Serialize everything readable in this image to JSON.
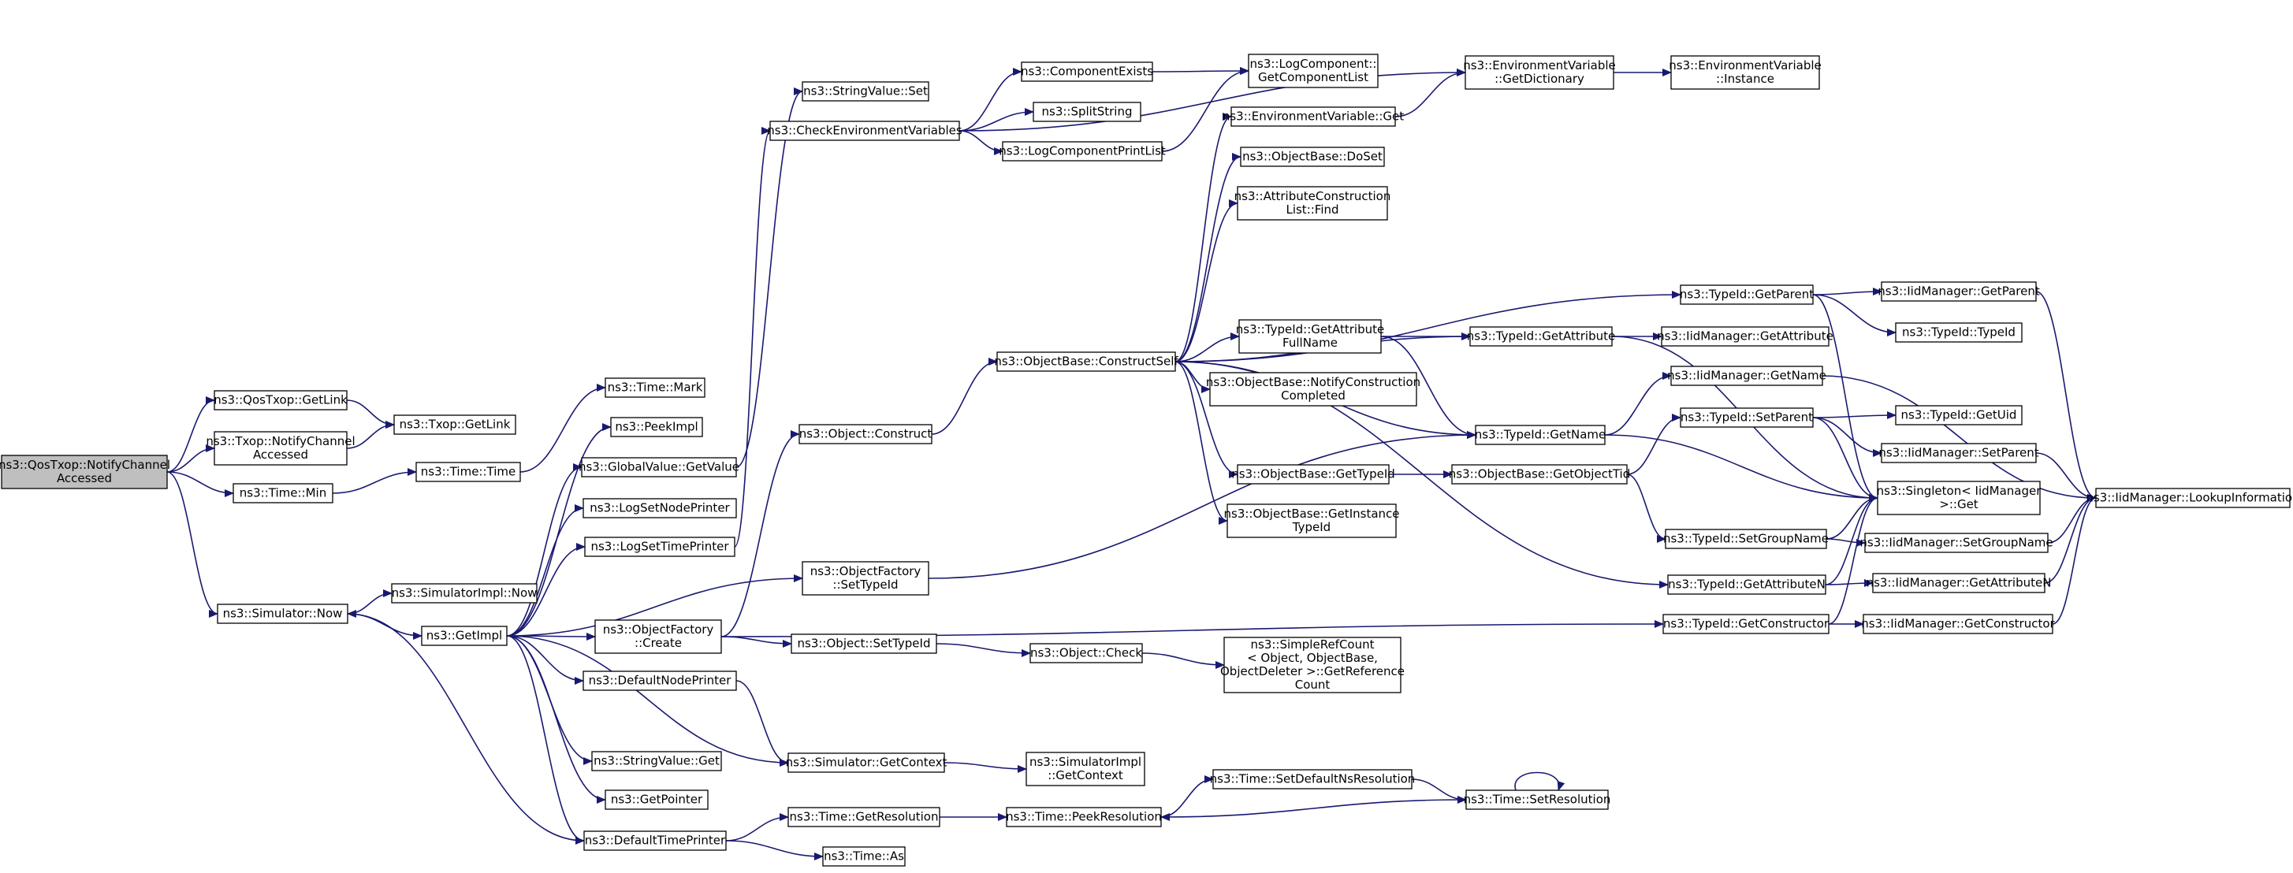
{
  "diagram": {
    "nodes": [
      {
        "id": "root",
        "lines": [
          "ns3::QosTxop::NotifyChannel",
          "Accessed"
        ],
        "highlighted": true
      },
      {
        "id": "qos_getlink",
        "lines": [
          "ns3::QosTxop::GetLink"
        ]
      },
      {
        "id": "txop_notify",
        "lines": [
          "ns3::Txop::NotifyChannel",
          "Accessed"
        ]
      },
      {
        "id": "txop_getlink",
        "lines": [
          "ns3::Txop::GetLink"
        ]
      },
      {
        "id": "time_min",
        "lines": [
          "ns3::Time::Min"
        ]
      },
      {
        "id": "time_time",
        "lines": [
          "ns3::Time::Time"
        ]
      },
      {
        "id": "time_mark",
        "lines": [
          "ns3::Time::Mark"
        ]
      },
      {
        "id": "sim_now",
        "lines": [
          "ns3::Simulator::Now"
        ]
      },
      {
        "id": "simimpl_now",
        "lines": [
          "ns3::SimulatorImpl::Now"
        ]
      },
      {
        "id": "getimpl",
        "lines": [
          "ns3::GetImpl"
        ]
      },
      {
        "id": "peekimpl",
        "lines": [
          "ns3::PeekImpl"
        ]
      },
      {
        "id": "gv_getvalue",
        "lines": [
          "ns3::GlobalValue::GetValue"
        ]
      },
      {
        "id": "logsetnode",
        "lines": [
          "ns3::LogSetNodePrinter"
        ]
      },
      {
        "id": "logsettime",
        "lines": [
          "ns3::LogSetTimePrinter"
        ]
      },
      {
        "id": "of_create",
        "lines": [
          "ns3::ObjectFactory",
          "::Create"
        ]
      },
      {
        "id": "defnodeprinter",
        "lines": [
          "ns3::DefaultNodePrinter"
        ]
      },
      {
        "id": "sv_get",
        "lines": [
          "ns3::StringValue::Get"
        ]
      },
      {
        "id": "getpointer",
        "lines": [
          "ns3::GetPointer"
        ]
      },
      {
        "id": "deftimeprinter",
        "lines": [
          "ns3::DefaultTimePrinter"
        ]
      },
      {
        "id": "sv_set",
        "lines": [
          "ns3::StringValue::Set"
        ]
      },
      {
        "id": "checkenv",
        "lines": [
          "ns3::CheckEnvironmentVariables"
        ]
      },
      {
        "id": "obj_construct",
        "lines": [
          "ns3::Object::Construct"
        ]
      },
      {
        "id": "of_settypeid",
        "lines": [
          "ns3::ObjectFactory",
          "::SetTypeId"
        ]
      },
      {
        "id": "obj_settypeid",
        "lines": [
          "ns3::Object::SetTypeId"
        ]
      },
      {
        "id": "sim_getcontext",
        "lines": [
          "ns3::Simulator::GetContext"
        ]
      },
      {
        "id": "time_getres",
        "lines": [
          "ns3::Time::GetResolution"
        ]
      },
      {
        "id": "time_as",
        "lines": [
          "ns3::Time::As"
        ]
      },
      {
        "id": "compexists",
        "lines": [
          "ns3::ComponentExists"
        ]
      },
      {
        "id": "splitstring",
        "lines": [
          "ns3::SplitString"
        ]
      },
      {
        "id": "logcompprint",
        "lines": [
          "ns3::LogComponentPrintList"
        ]
      },
      {
        "id": "ob_constructself",
        "lines": [
          "ns3::ObjectBase::ConstructSelf"
        ]
      },
      {
        "id": "obj_check",
        "lines": [
          "ns3::Object::Check"
        ]
      },
      {
        "id": "simimpl_getcontext",
        "lines": [
          "ns3::SimulatorImpl",
          "::GetContext"
        ]
      },
      {
        "id": "time_peekres",
        "lines": [
          "ns3::Time::PeekResolution"
        ]
      },
      {
        "id": "logcomp_getlist",
        "lines": [
          "ns3::LogComponent::",
          "GetComponentList"
        ]
      },
      {
        "id": "envvar_get",
        "lines": [
          "ns3::EnvironmentVariable::Get"
        ]
      },
      {
        "id": "ob_doset",
        "lines": [
          "ns3::ObjectBase::DoSet"
        ]
      },
      {
        "id": "attrlist_find",
        "lines": [
          "ns3::AttributeConstruction",
          "List::Find"
        ]
      },
      {
        "id": "tid_getattrfullname",
        "lines": [
          "ns3::TypeId::GetAttribute",
          "FullName"
        ]
      },
      {
        "id": "ob_notifycc",
        "lines": [
          "ns3::ObjectBase::NotifyConstruction",
          "Completed"
        ]
      },
      {
        "id": "ob_gettypeid",
        "lines": [
          "ns3::ObjectBase::GetTypeId"
        ]
      },
      {
        "id": "ob_getinstancetid",
        "lines": [
          "ns3::ObjectBase::GetInstance",
          "TypeId"
        ]
      },
      {
        "id": "simplerefcount",
        "lines": [
          "ns3::SimpleRefCount",
          "< Object, ObjectBase,",
          "ObjectDeleter >::GetReference",
          "Count"
        ]
      },
      {
        "id": "time_setdefaultres",
        "lines": [
          "ns3::Time::SetDefaultNsResolution"
        ]
      },
      {
        "id": "envvar_getdict",
        "lines": [
          "ns3::EnvironmentVariable",
          "::GetDictionary"
        ]
      },
      {
        "id": "tid_getattribute",
        "lines": [
          "ns3::TypeId::GetAttribute"
        ]
      },
      {
        "id": "tid_getname",
        "lines": [
          "ns3::TypeId::GetName"
        ]
      },
      {
        "id": "ob_getobjecttid",
        "lines": [
          "ns3::ObjectBase::GetObjectTid"
        ]
      },
      {
        "id": "time_setres",
        "lines": [
          "ns3::Time::SetResolution"
        ]
      },
      {
        "id": "envvar_instance",
        "lines": [
          "ns3::EnvironmentVariable",
          "::Instance"
        ]
      },
      {
        "id": "tid_getparent",
        "lines": [
          "ns3::TypeId::GetParent"
        ]
      },
      {
        "id": "iid_getattribute",
        "lines": [
          "ns3::IidManager::GetAttribute"
        ]
      },
      {
        "id": "iid_getname",
        "lines": [
          "ns3::IidManager::GetName"
        ]
      },
      {
        "id": "tid_setparent",
        "lines": [
          "ns3::TypeId::SetParent"
        ]
      },
      {
        "id": "tid_setgroupname",
        "lines": [
          "ns3::TypeId::SetGroupName"
        ]
      },
      {
        "id": "tid_getattributen",
        "lines": [
          "ns3::TypeId::GetAttributeN"
        ]
      },
      {
        "id": "tid_getconstructor",
        "lines": [
          "ns3::TypeId::GetConstructor"
        ]
      },
      {
        "id": "iid_getparent",
        "lines": [
          "ns3::IidManager::GetParent"
        ]
      },
      {
        "id": "tid_typeid",
        "lines": [
          "ns3::TypeId::TypeId"
        ]
      },
      {
        "id": "tid_getuid",
        "lines": [
          "ns3::TypeId::GetUid"
        ]
      },
      {
        "id": "iid_setparent",
        "lines": [
          "ns3::IidManager::SetParent"
        ]
      },
      {
        "id": "singleton_get",
        "lines": [
          "ns3::Singleton< IidManager",
          ">::Get"
        ]
      },
      {
        "id": "iid_setgroupname",
        "lines": [
          "ns3::IidManager::SetGroupName"
        ]
      },
      {
        "id": "iid_getattributen",
        "lines": [
          "ns3::IidManager::GetAttributeN"
        ]
      },
      {
        "id": "iid_getconstructor",
        "lines": [
          "ns3::IidManager::GetConstructor"
        ]
      },
      {
        "id": "iid_lookupinfo",
        "lines": [
          "ns3::IidManager::LookupInformation"
        ]
      }
    ],
    "edges": [
      [
        "root",
        "qos_getlink"
      ],
      [
        "root",
        "txop_notify"
      ],
      [
        "root",
        "time_min"
      ],
      [
        "root",
        "sim_now"
      ],
      [
        "qos_getlink",
        "txop_getlink"
      ],
      [
        "txop_notify",
        "txop_getlink"
      ],
      [
        "time_min",
        "time_time"
      ],
      [
        "time_time",
        "time_mark"
      ],
      [
        "sim_now",
        "simimpl_now"
      ],
      [
        "sim_now",
        "getimpl"
      ],
      [
        "getimpl",
        "peekimpl"
      ],
      [
        "getimpl",
        "gv_getvalue"
      ],
      [
        "getimpl",
        "logsetnode"
      ],
      [
        "getimpl",
        "logsettime"
      ],
      [
        "getimpl",
        "of_create"
      ],
      [
        "getimpl",
        "defnodeprinter"
      ],
      [
        "getimpl",
        "sv_get"
      ],
      [
        "getimpl",
        "getpointer"
      ],
      [
        "getimpl",
        "deftimeprinter"
      ],
      [
        "getimpl",
        "of_settypeid"
      ],
      [
        "getimpl",
        "sim_getcontext"
      ],
      [
        "gv_getvalue",
        "sv_set"
      ],
      [
        "logsettime",
        "checkenv"
      ],
      [
        "of_create",
        "obj_construct"
      ],
      [
        "of_create",
        "obj_settypeid"
      ],
      [
        "of_create",
        "tid_getconstructor"
      ],
      [
        "defnodeprinter",
        "sim_getcontext"
      ],
      [
        "deftimeprinter",
        "sim_now"
      ],
      [
        "deftimeprinter",
        "time_getres"
      ],
      [
        "deftimeprinter",
        "time_as"
      ],
      [
        "checkenv",
        "compexists"
      ],
      [
        "checkenv",
        "splitstring"
      ],
      [
        "checkenv",
        "logcompprint"
      ],
      [
        "checkenv",
        "envvar_getdict"
      ],
      [
        "compexists",
        "logcomp_getlist"
      ],
      [
        "logcompprint",
        "logcomp_getlist"
      ],
      [
        "obj_construct",
        "ob_constructself"
      ],
      [
        "of_settypeid",
        "tid_getname"
      ],
      [
        "obj_settypeid",
        "obj_check"
      ],
      [
        "obj_check",
        "simplerefcount"
      ],
      [
        "sim_getcontext",
        "simimpl_getcontext"
      ],
      [
        "time_getres",
        "time_peekres"
      ],
      [
        "time_peekres",
        "time_setdefaultres"
      ],
      [
        "time_setdefaultres",
        "time_setres"
      ],
      [
        "time_setres",
        "time_peekres"
      ],
      [
        "time_setres",
        "time_setres"
      ],
      [
        "ob_constructself",
        "envvar_get"
      ],
      [
        "ob_constructself",
        "ob_doset"
      ],
      [
        "ob_constructself",
        "attrlist_find"
      ],
      [
        "ob_constructself",
        "tid_getattrfullname"
      ],
      [
        "ob_constructself",
        "ob_notifycc"
      ],
      [
        "ob_constructself",
        "ob_gettypeid"
      ],
      [
        "ob_constructself",
        "ob_getinstancetid"
      ],
      [
        "ob_constructself",
        "tid_getparent"
      ],
      [
        "ob_constructself",
        "tid_getattribute"
      ],
      [
        "ob_constructself",
        "tid_getname"
      ],
      [
        "ob_constructself",
        "tid_getattributen"
      ],
      [
        "envvar_get",
        "envvar_getdict"
      ],
      [
        "envvar_getdict",
        "envvar_instance"
      ],
      [
        "tid_getattrfullname",
        "tid_getattribute"
      ],
      [
        "tid_getattrfullname",
        "tid_getname"
      ],
      [
        "ob_gettypeid",
        "ob_getobjecttid"
      ],
      [
        "ob_getobjecttid",
        "tid_setparent"
      ],
      [
        "ob_getobjecttid",
        "tid_setgroupname"
      ],
      [
        "tid_getattribute",
        "iid_getattribute"
      ],
      [
        "tid_getattribute",
        "singleton_get"
      ],
      [
        "tid_getname",
        "iid_getname"
      ],
      [
        "tid_getname",
        "singleton_get"
      ],
      [
        "tid_getparent",
        "iid_getparent"
      ],
      [
        "tid_getparent",
        "tid_typeid"
      ],
      [
        "tid_getparent",
        "singleton_get"
      ],
      [
        "tid_setparent",
        "tid_getuid"
      ],
      [
        "tid_setparent",
        "iid_setparent"
      ],
      [
        "tid_setparent",
        "singleton_get"
      ],
      [
        "tid_setgroupname",
        "singleton_get"
      ],
      [
        "tid_setgroupname",
        "iid_setgroupname"
      ],
      [
        "tid_getattributen",
        "singleton_get"
      ],
      [
        "tid_getattributen",
        "iid_getattributen"
      ],
      [
        "tid_getconstructor",
        "singleton_get"
      ],
      [
        "tid_getconstructor",
        "iid_getconstructor"
      ],
      [
        "iid_getparent",
        "iid_lookupinfo"
      ],
      [
        "iid_getname",
        "iid_lookupinfo"
      ],
      [
        "iid_setparent",
        "iid_lookupinfo"
      ],
      [
        "iid_setgroupname",
        "iid_lookupinfo"
      ],
      [
        "iid_getattributen",
        "iid_lookupinfo"
      ],
      [
        "iid_getconstructor",
        "iid_lookupinfo"
      ]
    ]
  }
}
